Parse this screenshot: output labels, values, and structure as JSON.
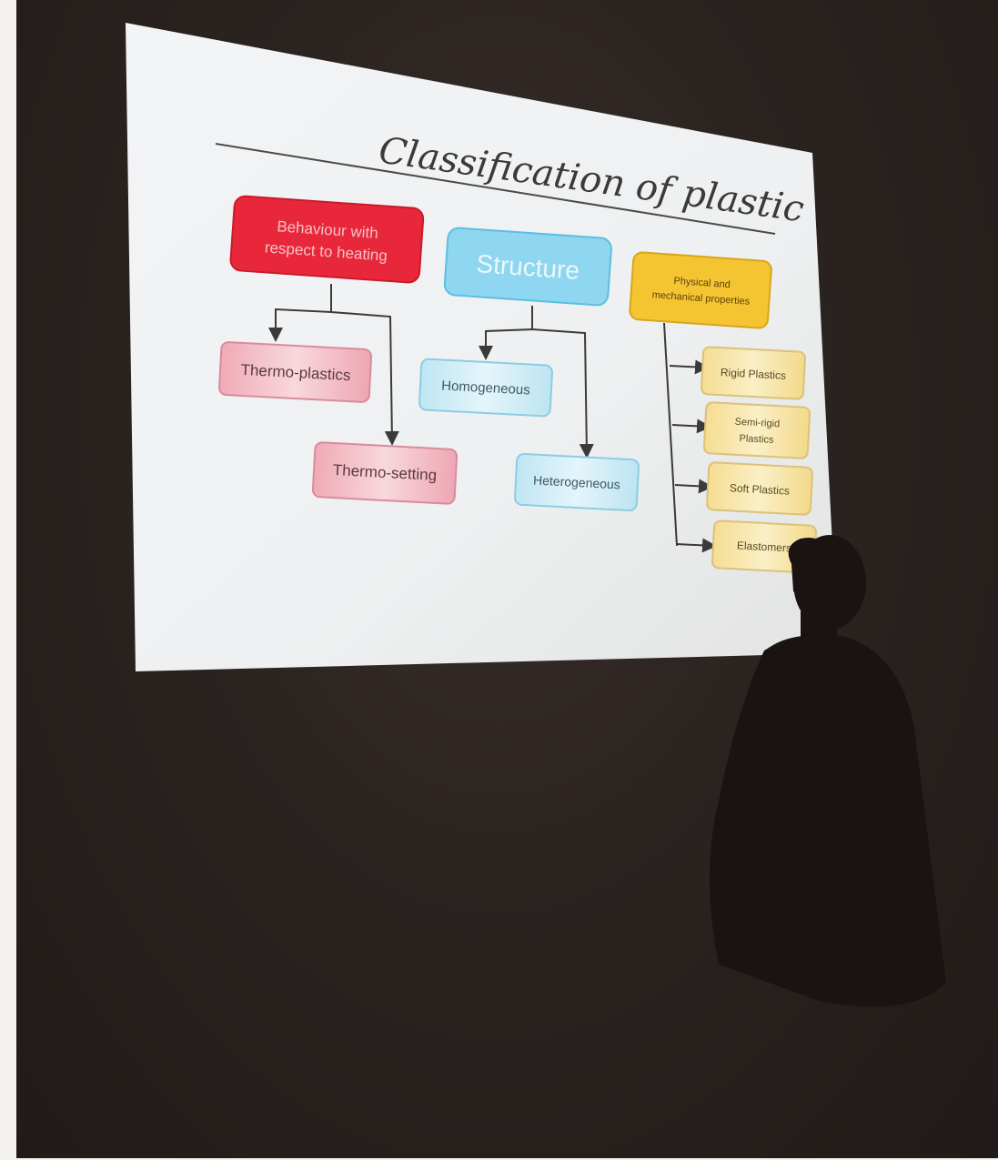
{
  "slide": {
    "title": "Classification of plastic",
    "categories": {
      "heating": {
        "label_line1": "Behaviour with",
        "label_line2": "respect to heating",
        "color": "#e8283a",
        "children": [
          "Thermo-plastics",
          "Thermo-setting"
        ],
        "child_color": "#f2b6c0"
      },
      "structure": {
        "label": "Structure",
        "color": "#8fd6f0",
        "children": [
          "Homogeneous",
          "Heterogeneous"
        ],
        "child_color": "#c9ecf6"
      },
      "properties": {
        "label_line1": "Physical and",
        "label_line2": "mechanical properties",
        "color": "#f5c431",
        "children": [
          {
            "line1": "Rigid Plastics",
            "line2": ""
          },
          {
            "line1": "Semi-rigid",
            "line2": "Plastics"
          },
          {
            "line1": "Soft Plastics",
            "line2": ""
          },
          {
            "line1": "Elastomers",
            "line2": ""
          }
        ],
        "child_color": "#f6e3a6"
      }
    }
  },
  "colors": {
    "room": "#2b2320",
    "screen": "#f1f3f4",
    "silhouette": "#1a1312"
  }
}
